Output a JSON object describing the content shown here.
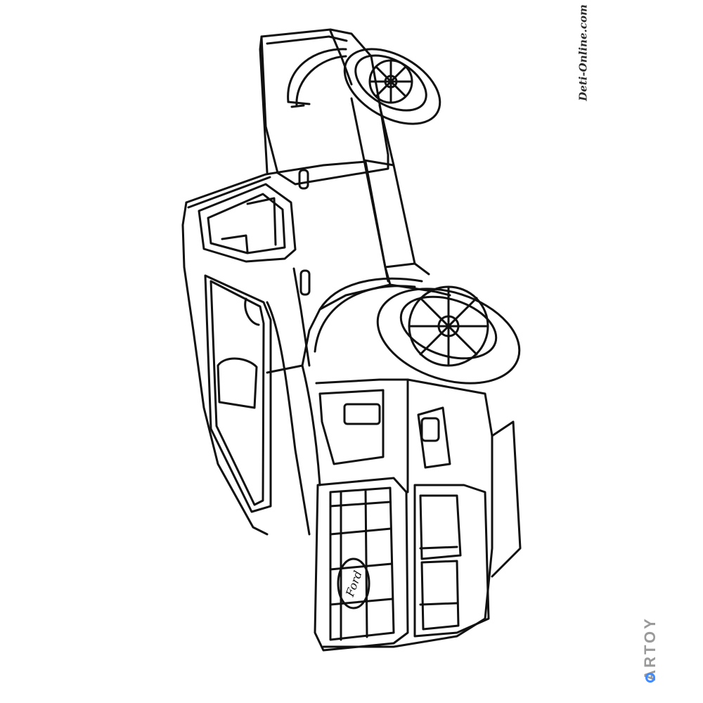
{
  "watermarks": {
    "site": "Deti-Online.com",
    "brand": "ARTOY"
  },
  "grille_badge": "Ford",
  "colors": {
    "line": "#111111",
    "paper": "#ffffff",
    "watermark_gray": "#9a9a9a",
    "watermark_accent": "#3f8bff"
  }
}
